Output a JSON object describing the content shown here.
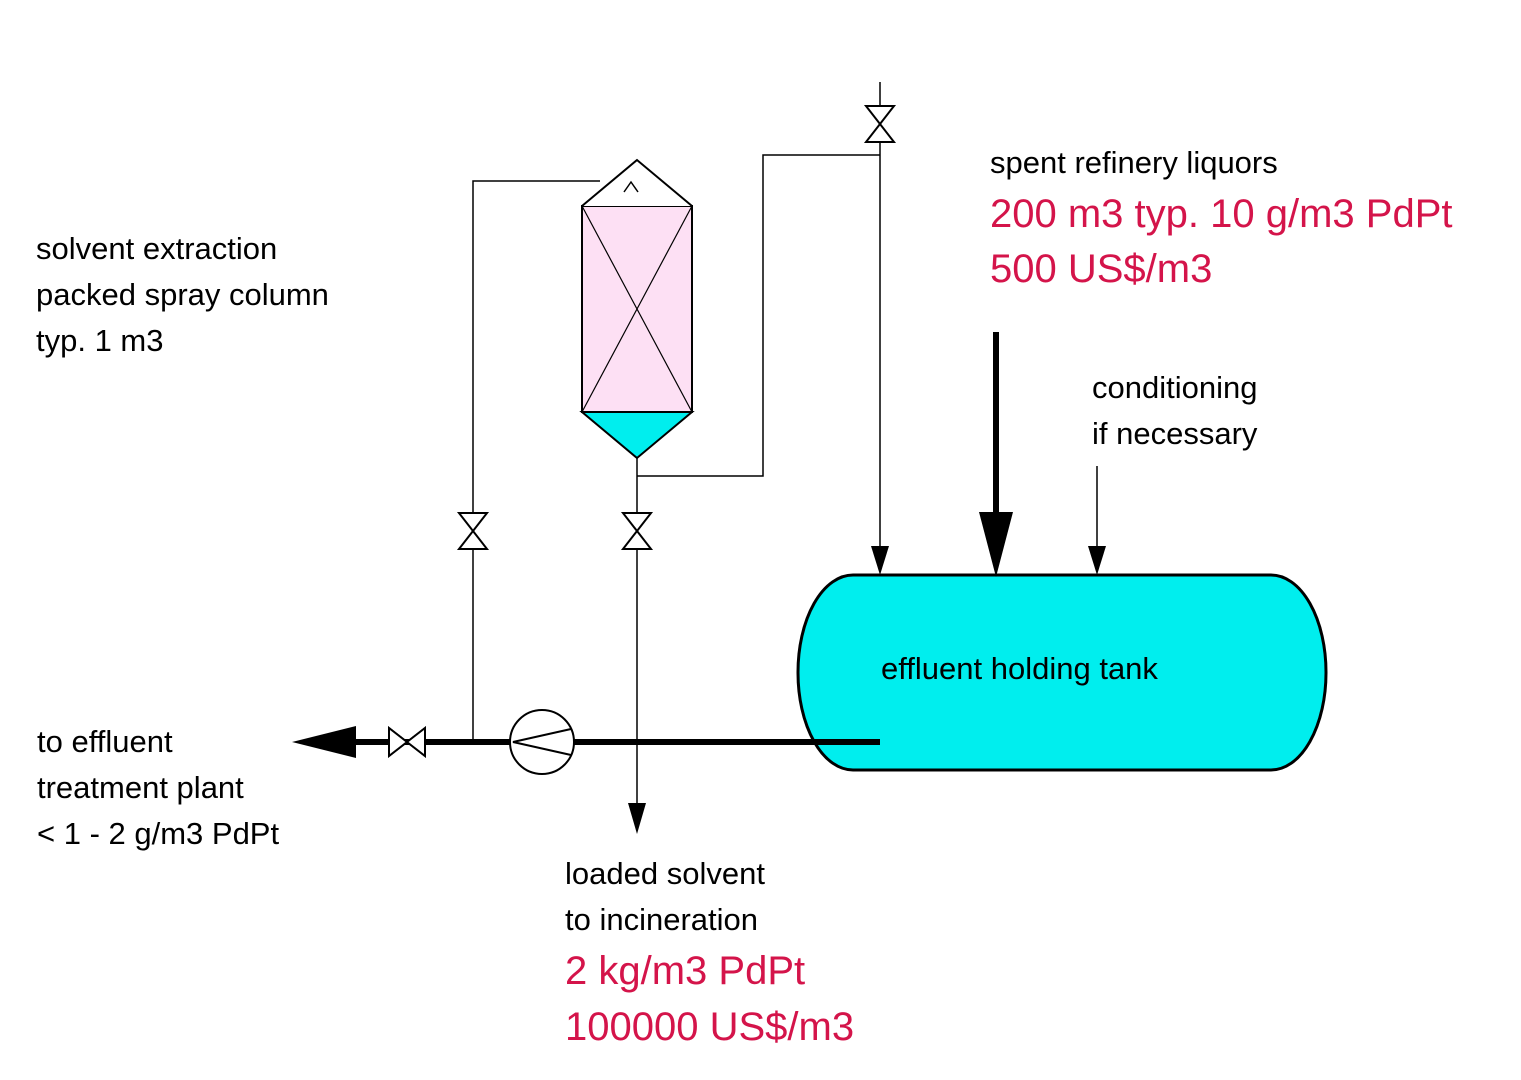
{
  "colors": {
    "line": "#000000",
    "highlight_text": "#d4144a",
    "tank_fill": "#00eeee",
    "column_fill": "#fde0f4",
    "column_cone_fill": "#00eeee"
  },
  "labels": {
    "column": {
      "line1": "solvent extraction",
      "line2": "packed  spray column",
      "line3": "typ. 1 m3"
    },
    "feed": {
      "title": "spent refinery liquors",
      "volume": "200 m3  typ. 10 g/m3 PdPt",
      "price": "500 US$/m3"
    },
    "conditioning": {
      "line1": "conditioning",
      "line2": "if necessary"
    },
    "tank": "effluent holding tank",
    "effluent": {
      "line1": "to effluent",
      "line2": "treatment plant",
      "line3": "< 1 - 2 g/m3 PdPt"
    },
    "solvent_out": {
      "line1": "loaded solvent",
      "line2": "to incineration",
      "concentration": "2 kg/m3 PdPt",
      "price": "100000 US$/m3"
    }
  }
}
